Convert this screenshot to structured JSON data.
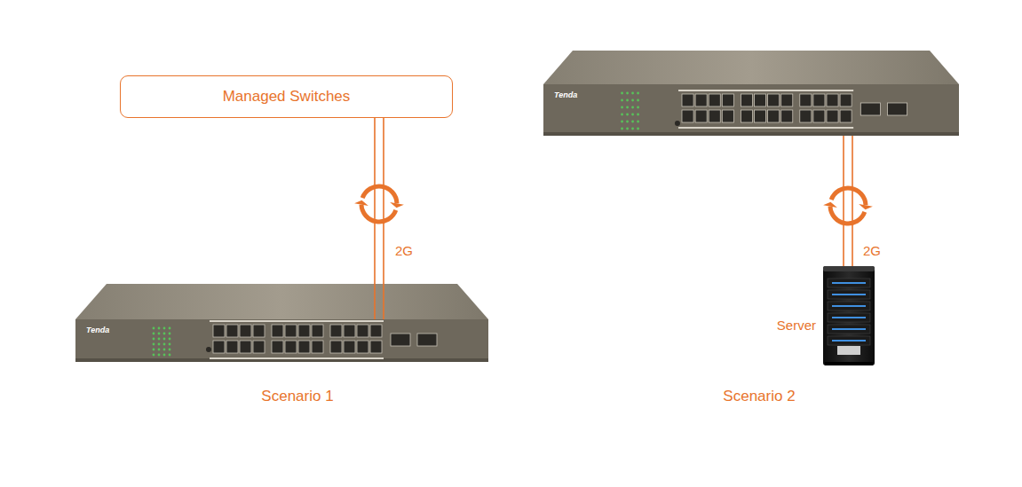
{
  "diagram": {
    "nodes": [
      {
        "text": [
          "Managed Switches"
        ]
      },
      {
        "text": [
          "Tenda"
        ]
      },
      {
        "text": [
          "Tenda"
        ]
      },
      {
        "text": [
          "Server"
        ]
      }
    ],
    "edges": [
      {
        "from": 0,
        "to": 1,
        "arrow": "none",
        "label": "2G"
      },
      {
        "from": 2,
        "to": 3,
        "arrow": "none",
        "label": "2G"
      }
    ],
    "labels": [
      "Scenario 1",
      "Scenario 2"
    ]
  }
}
